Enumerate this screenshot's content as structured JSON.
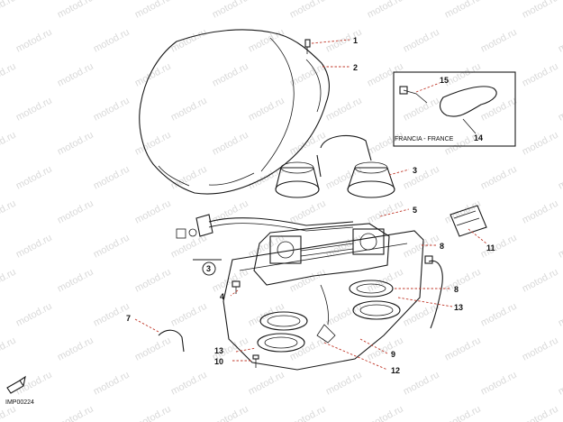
{
  "callouts": {
    "c1": "1",
    "c2": "2",
    "c3": "3",
    "c5": "5",
    "c8a": "8",
    "c8b": "8",
    "c11": "11",
    "c13a": "13",
    "c9": "9",
    "c12": "12",
    "c4": "4",
    "c7": "7",
    "c13b": "13",
    "c10": "10",
    "c15": "15",
    "c14": "14",
    "c3circ": "3"
  },
  "inset": {
    "label": "FRANCIA - FRANCE"
  },
  "corner": {
    "code": "IMP00224"
  },
  "watermark": {
    "text": "motod.ru"
  },
  "colors": {
    "leader": "#c0392b",
    "ink": "#1a1a1a",
    "watermark": "#d9d9d9"
  }
}
